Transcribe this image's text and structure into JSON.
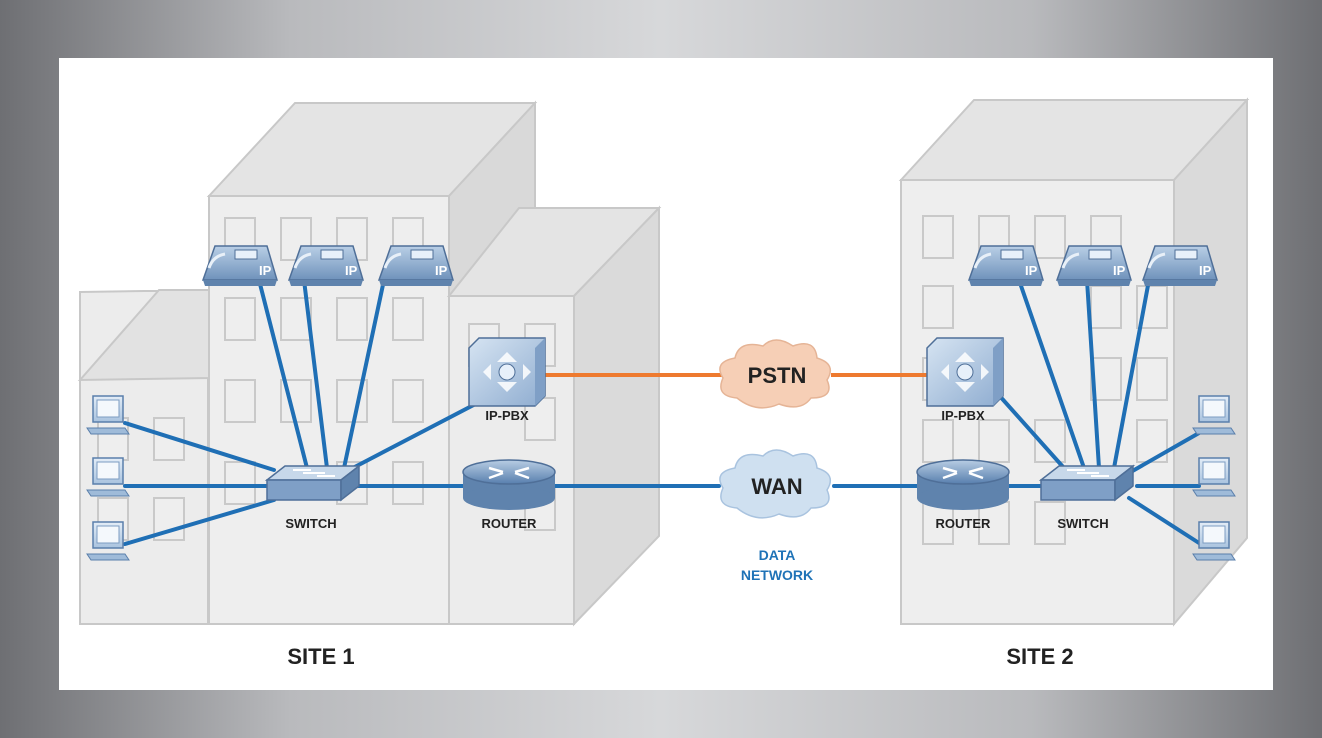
{
  "sites": [
    {
      "label": "SITE 1"
    },
    {
      "label": "SITE 2"
    }
  ],
  "devices": {
    "switch_label": "SWITCH",
    "router_label": "ROUTER",
    "pbx_label": "IP-PBX",
    "phone_badge": "IP"
  },
  "clouds": {
    "pstn": "PSTN",
    "wan": "WAN"
  },
  "data_network": {
    "line1": "DATA",
    "line2": "NETWORK"
  },
  "colors": {
    "data_link": "#1f6fb5",
    "voice_link": "#ee7a2f",
    "pstn_cloud": "#f6cfb6",
    "wan_cloud": "#cfe0f0",
    "data_text": "#1f73b7"
  }
}
